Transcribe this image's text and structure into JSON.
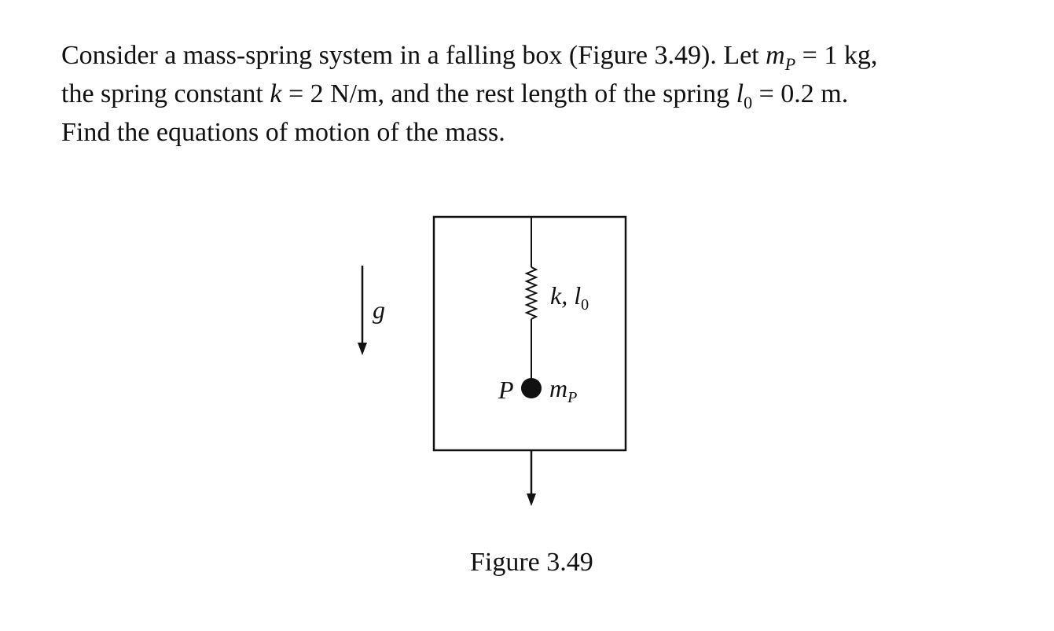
{
  "problem": {
    "line1_a": "Consider a mass-spring system in a falling box (Figure 3.49). Let ",
    "m_sym": "m",
    "m_sub": "P",
    "line1_b": " = 1 kg,",
    "line2_a": "the spring constant ",
    "k_sym": "k",
    "line2_b": " = 2 N/m, and the rest length of the spring ",
    "l_sym": "l",
    "l_sub": "0",
    "line2_c": " = 0.2 m.",
    "line3": "Find the equations of motion of the mass."
  },
  "figure": {
    "gravity_label": "g",
    "spring_label_k": "k, ",
    "spring_label_l": "l",
    "spring_label_l_sub": "0",
    "point_label": "P",
    "mass_label": "m",
    "mass_label_sub": "P",
    "caption": "Figure 3.49"
  }
}
